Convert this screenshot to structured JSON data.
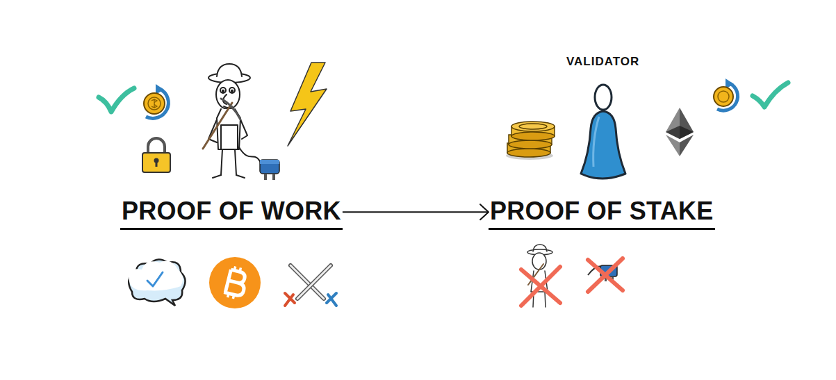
{
  "diagram": {
    "nodes": [
      {
        "text": [
          "PROOF OF WORK"
        ]
      },
      {
        "text": [
          "PROOF OF STAKE"
        ]
      }
    ],
    "edges": [
      {
        "from": 0,
        "to": 1,
        "arrow": "to"
      }
    ],
    "labels": [
      "VALIDATOR"
    ]
  }
}
